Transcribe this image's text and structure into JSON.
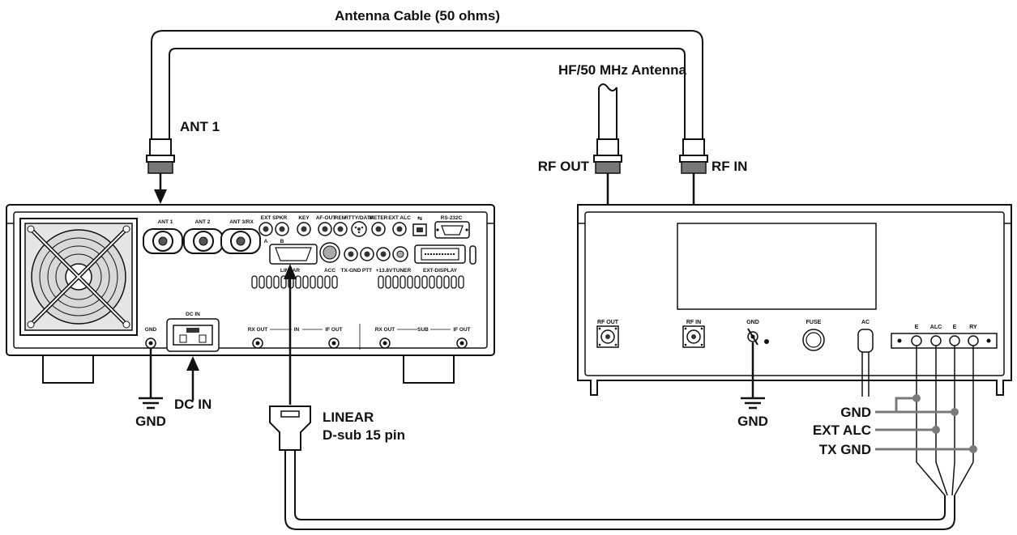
{
  "labels": {
    "antenna_cable": "Antenna Cable (50 ohms)",
    "hf_antenna": "HF/50 MHz Antenna",
    "ant1": "ANT 1",
    "rf_out": "RF OUT",
    "rf_in": "RF IN",
    "gnd_left": "GND",
    "dc_in": "DC IN",
    "linear_line1": "LINEAR",
    "linear_line2": "D-sub 15 pin",
    "gnd_right": "GND",
    "gnd_cable": "GND",
    "ext_alc_cable": "EXT ALC",
    "tx_gnd_cable": "TX GND"
  },
  "transceiver": {
    "ant1": "ANT 1",
    "ant2": "ANT 2",
    "ant3": "ANT 3/RX",
    "ext_spkr": "EXT SPKR",
    "spkr_a": "A",
    "spkr_b": "B",
    "key": "KEY",
    "af_out": "AF-OUT",
    "rem": "REM",
    "rtty_data": "RTTY/DATA",
    "meter": "METER",
    "ext_alc": "EXT ALC",
    "rs232c": "RS-232C",
    "linear": "LINEAR",
    "acc": "ACC",
    "tx_gnd": "TX-GND",
    "ptt": "PTT",
    "v13_8": "+13.8V",
    "tuner": "TUNER",
    "ext_display": "EXT-DISPLAY",
    "gnd": "GND",
    "dc_in": "DC IN",
    "main_rx_out": "RX OUT",
    "main_in": "IN",
    "main_if_out": "IF OUT",
    "sub_rx_out": "RX OUT",
    "sub": "SUB",
    "sub_if_out": "IF OUT"
  },
  "amplifier": {
    "rf_out": "RF OUT",
    "rf_in": "RF IN",
    "gnd": "GND",
    "fuse": "FUSE",
    "ac": "AC",
    "e1": "E",
    "alc": "ALC",
    "e2": "E",
    "ry": "RY"
  },
  "colors": {
    "line": "#111111",
    "grey_cable": "#7a7a7a",
    "panel_fill": "#ffffff",
    "fan_fill": "#d9d9d9"
  }
}
